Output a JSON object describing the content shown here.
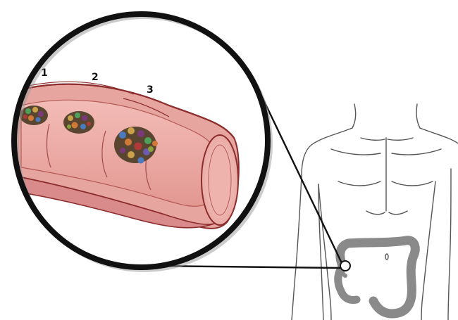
{
  "diagram": {
    "stage_labels": [
      "1",
      "2",
      "3"
    ],
    "colors": {
      "background": "#ffffff",
      "torso_outline": "#555555",
      "lens_ring": "#111111",
      "connector_line": "#111111",
      "colon_silhouette": "#8a8a8a",
      "colon_wall_outer": "#d98a8a",
      "colon_wall_inner": "#f2b9b5",
      "colon_lumen": "#e9a49f",
      "colon_edge": "#8c2d2d",
      "polyp_base": "#5a4630"
    },
    "icons": [
      "human-torso-outline",
      "magnifier-lens",
      "colon-cross-section",
      "polyp-cluster"
    ]
  }
}
